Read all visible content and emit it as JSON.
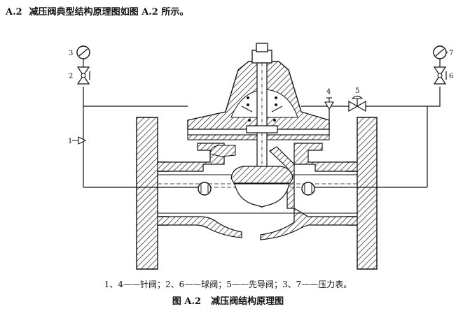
{
  "heading": {
    "number": "A.2",
    "text": "减压阀典型结构原理图如图 A.2 所示。"
  },
  "diagram": {
    "labels": {
      "one": "1",
      "two": "2",
      "three": "3",
      "four": "4",
      "five": "5",
      "six": "6",
      "seven": "7"
    }
  },
  "legend": "1、4——针阀；2、6——球阀；5——先导阀；3、7——压力表。",
  "caption": {
    "number": "图 A.2",
    "title": "减压阀结构原理图"
  },
  "colors": {
    "ink": "#111111",
    "background": "#ffffff"
  }
}
